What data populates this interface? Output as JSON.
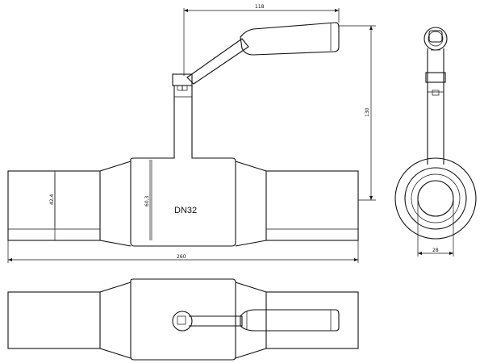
{
  "drawing": {
    "label_dn": "DN32",
    "dims": {
      "handle_reach": "118",
      "height": "130",
      "pipe_od": "42,4",
      "body_od": "60,3",
      "length": "260",
      "bore": "28"
    },
    "colors": {
      "line": "#111111",
      "background": "#ffffff"
    }
  }
}
